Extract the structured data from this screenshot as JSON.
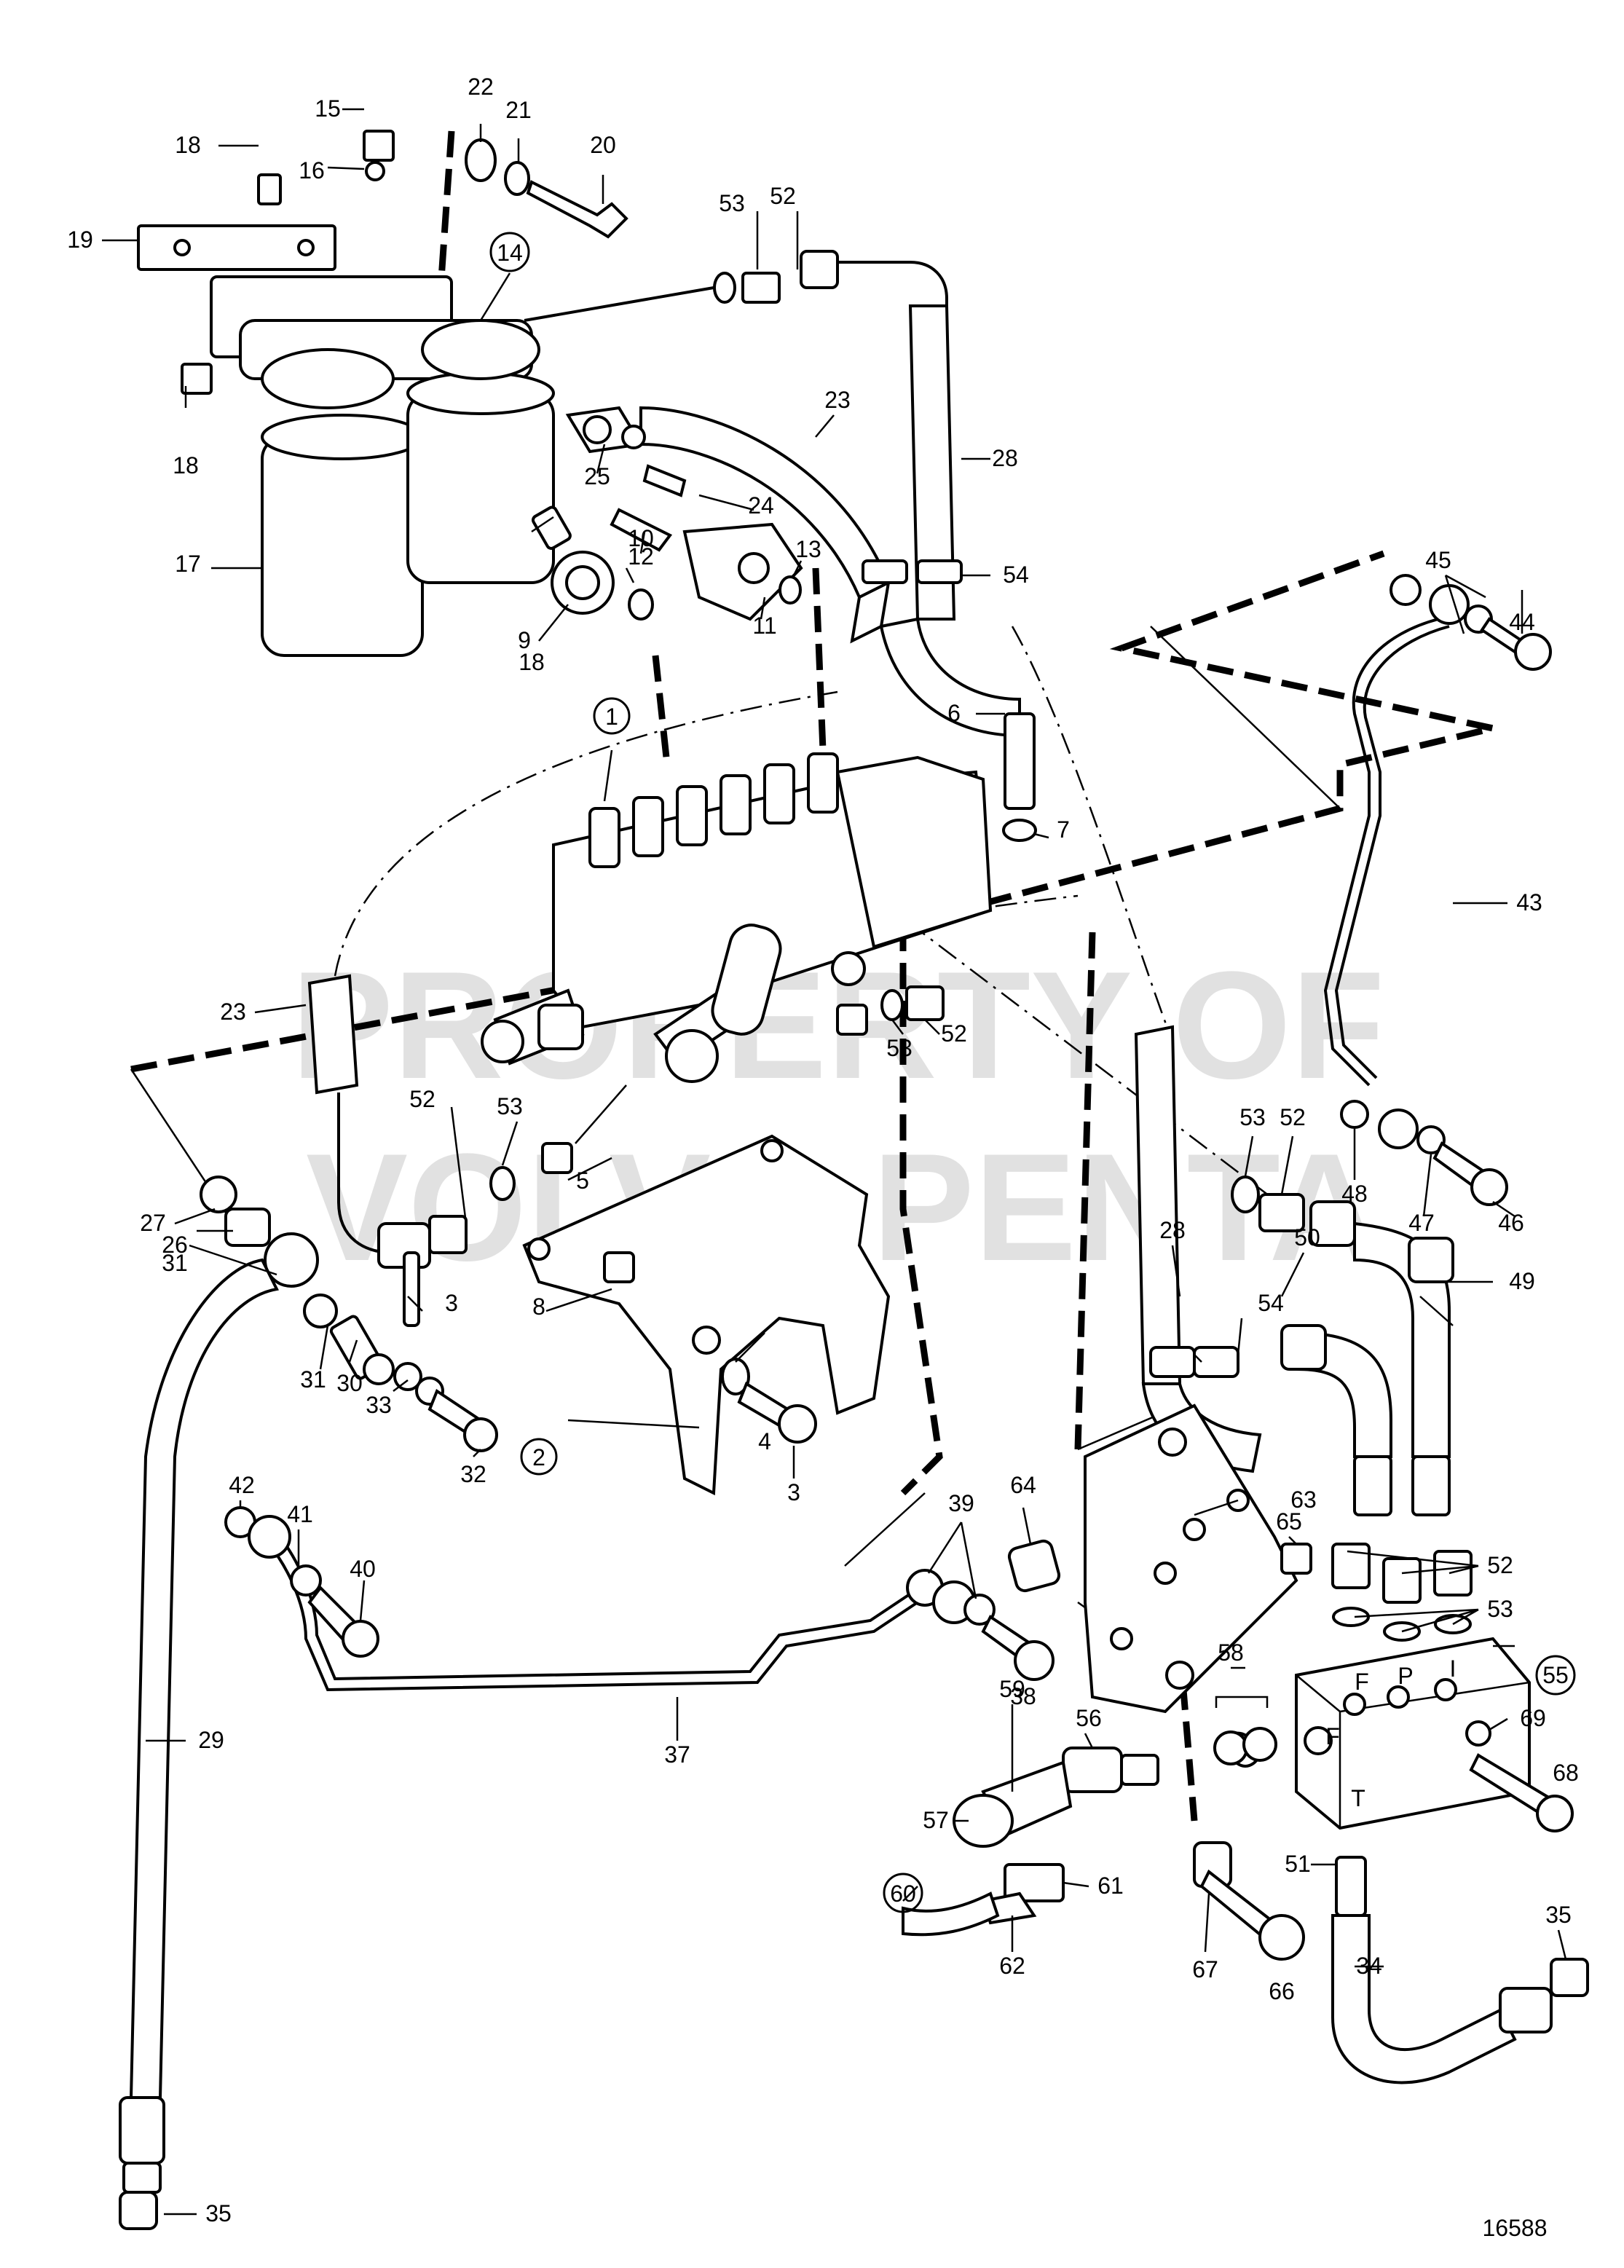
{
  "drawing_number": "16588",
  "watermark": {
    "line1": "PROPERTY OF",
    "line2": "VOLVO PENTA"
  },
  "callouts": [
    {
      "id": "c1",
      "text": "1",
      "circled": true
    },
    {
      "id": "c2",
      "text": "2",
      "circled": true
    },
    {
      "id": "c3a",
      "text": "3",
      "circled": false
    },
    {
      "id": "c3b",
      "text": "3",
      "circled": false
    },
    {
      "id": "c4",
      "text": "4",
      "circled": false
    },
    {
      "id": "c5",
      "text": "5",
      "circled": false
    },
    {
      "id": "c6",
      "text": "6",
      "circled": false
    },
    {
      "id": "c7",
      "text": "7",
      "circled": false
    },
    {
      "id": "c8",
      "text": "8",
      "circled": false
    },
    {
      "id": "c9",
      "text": "9",
      "circled": false
    },
    {
      "id": "c10",
      "text": "10",
      "circled": false
    },
    {
      "id": "c11",
      "text": "11",
      "circled": false
    },
    {
      "id": "c12",
      "text": "12",
      "circled": false
    },
    {
      "id": "c13",
      "text": "13",
      "circled": false
    },
    {
      "id": "c14",
      "text": "14",
      "circled": true
    },
    {
      "id": "c15",
      "text": "15",
      "circled": false
    },
    {
      "id": "c16",
      "text": "16",
      "circled": false
    },
    {
      "id": "c17",
      "text": "17",
      "circled": false
    },
    {
      "id": "c18a",
      "text": "18",
      "circled": false
    },
    {
      "id": "c18b",
      "text": "18",
      "circled": false
    },
    {
      "id": "c18c",
      "text": "18",
      "circled": false
    },
    {
      "id": "c19",
      "text": "19",
      "circled": false
    },
    {
      "id": "c20",
      "text": "20",
      "circled": false
    },
    {
      "id": "c21",
      "text": "21",
      "circled": false
    },
    {
      "id": "c22",
      "text": "22",
      "circled": false
    },
    {
      "id": "c23a",
      "text": "23",
      "circled": false
    },
    {
      "id": "c23b",
      "text": "23",
      "circled": false
    },
    {
      "id": "c24",
      "text": "24",
      "circled": false
    },
    {
      "id": "c25",
      "text": "25",
      "circled": false
    },
    {
      "id": "c26",
      "text": "26",
      "circled": false
    },
    {
      "id": "c27",
      "text": "27",
      "circled": false
    },
    {
      "id": "c28a",
      "text": "28",
      "circled": false
    },
    {
      "id": "c28b",
      "text": "28",
      "circled": false
    },
    {
      "id": "c29",
      "text": "29",
      "circled": false
    },
    {
      "id": "c30",
      "text": "30",
      "circled": false
    },
    {
      "id": "c31a",
      "text": "31",
      "circled": false
    },
    {
      "id": "c31b",
      "text": "31",
      "circled": false
    },
    {
      "id": "c32",
      "text": "32",
      "circled": false
    },
    {
      "id": "c33",
      "text": "33",
      "circled": false
    },
    {
      "id": "c34",
      "text": "34",
      "circled": false
    },
    {
      "id": "c35a",
      "text": "35",
      "circled": false
    },
    {
      "id": "c35b",
      "text": "35",
      "circled": false
    },
    {
      "id": "c37",
      "text": "37",
      "circled": false
    },
    {
      "id": "c38",
      "text": "38",
      "circled": false
    },
    {
      "id": "c39",
      "text": "39",
      "circled": false
    },
    {
      "id": "c40",
      "text": "40",
      "circled": false
    },
    {
      "id": "c41",
      "text": "41",
      "circled": false
    },
    {
      "id": "c42",
      "text": "42",
      "circled": false
    },
    {
      "id": "c43",
      "text": "43",
      "circled": false
    },
    {
      "id": "c44",
      "text": "44",
      "circled": false
    },
    {
      "id": "c45",
      "text": "45",
      "circled": false
    },
    {
      "id": "c46",
      "text": "46",
      "circled": false
    },
    {
      "id": "c47",
      "text": "47",
      "circled": false
    },
    {
      "id": "c48",
      "text": "48",
      "circled": false
    },
    {
      "id": "c49",
      "text": "49",
      "circled": false
    },
    {
      "id": "c50",
      "text": "50",
      "circled": false
    },
    {
      "id": "c51",
      "text": "51",
      "circled": false
    },
    {
      "id": "c52a",
      "text": "52",
      "circled": false
    },
    {
      "id": "c52b",
      "text": "52",
      "circled": false
    },
    {
      "id": "c52c",
      "text": "52",
      "circled": false
    },
    {
      "id": "c52d",
      "text": "52",
      "circled": false
    },
    {
      "id": "c52e",
      "text": "52",
      "circled": false
    },
    {
      "id": "c53a",
      "text": "53",
      "circled": false
    },
    {
      "id": "c53b",
      "text": "53",
      "circled": false
    },
    {
      "id": "c53c",
      "text": "53",
      "circled": false
    },
    {
      "id": "c53d",
      "text": "53",
      "circled": false
    },
    {
      "id": "c53e",
      "text": "53",
      "circled": false
    },
    {
      "id": "c54a",
      "text": "54",
      "circled": false
    },
    {
      "id": "c54b",
      "text": "54",
      "circled": false
    },
    {
      "id": "c55",
      "text": "55",
      "circled": true
    },
    {
      "id": "c56",
      "text": "56",
      "circled": false
    },
    {
      "id": "c57",
      "text": "57",
      "circled": false
    },
    {
      "id": "c58",
      "text": "58",
      "circled": false
    },
    {
      "id": "c59",
      "text": "59",
      "circled": false
    },
    {
      "id": "c60",
      "text": "60",
      "circled": true
    },
    {
      "id": "c61",
      "text": "61",
      "circled": false
    },
    {
      "id": "c62",
      "text": "62",
      "circled": false
    },
    {
      "id": "c63",
      "text": "63",
      "circled": false
    },
    {
      "id": "c64",
      "text": "64",
      "circled": false
    },
    {
      "id": "c65",
      "text": "65",
      "circled": false
    },
    {
      "id": "c66",
      "text": "66",
      "circled": false
    },
    {
      "id": "c67",
      "text": "67",
      "circled": false
    },
    {
      "id": "c68",
      "text": "68",
      "circled": false
    },
    {
      "id": "c69",
      "text": "69",
      "circled": false
    }
  ],
  "valve_port_labels": {
    "f_top": "F",
    "p": "P",
    "i": "I",
    "f_side": "F",
    "t": "T"
  }
}
